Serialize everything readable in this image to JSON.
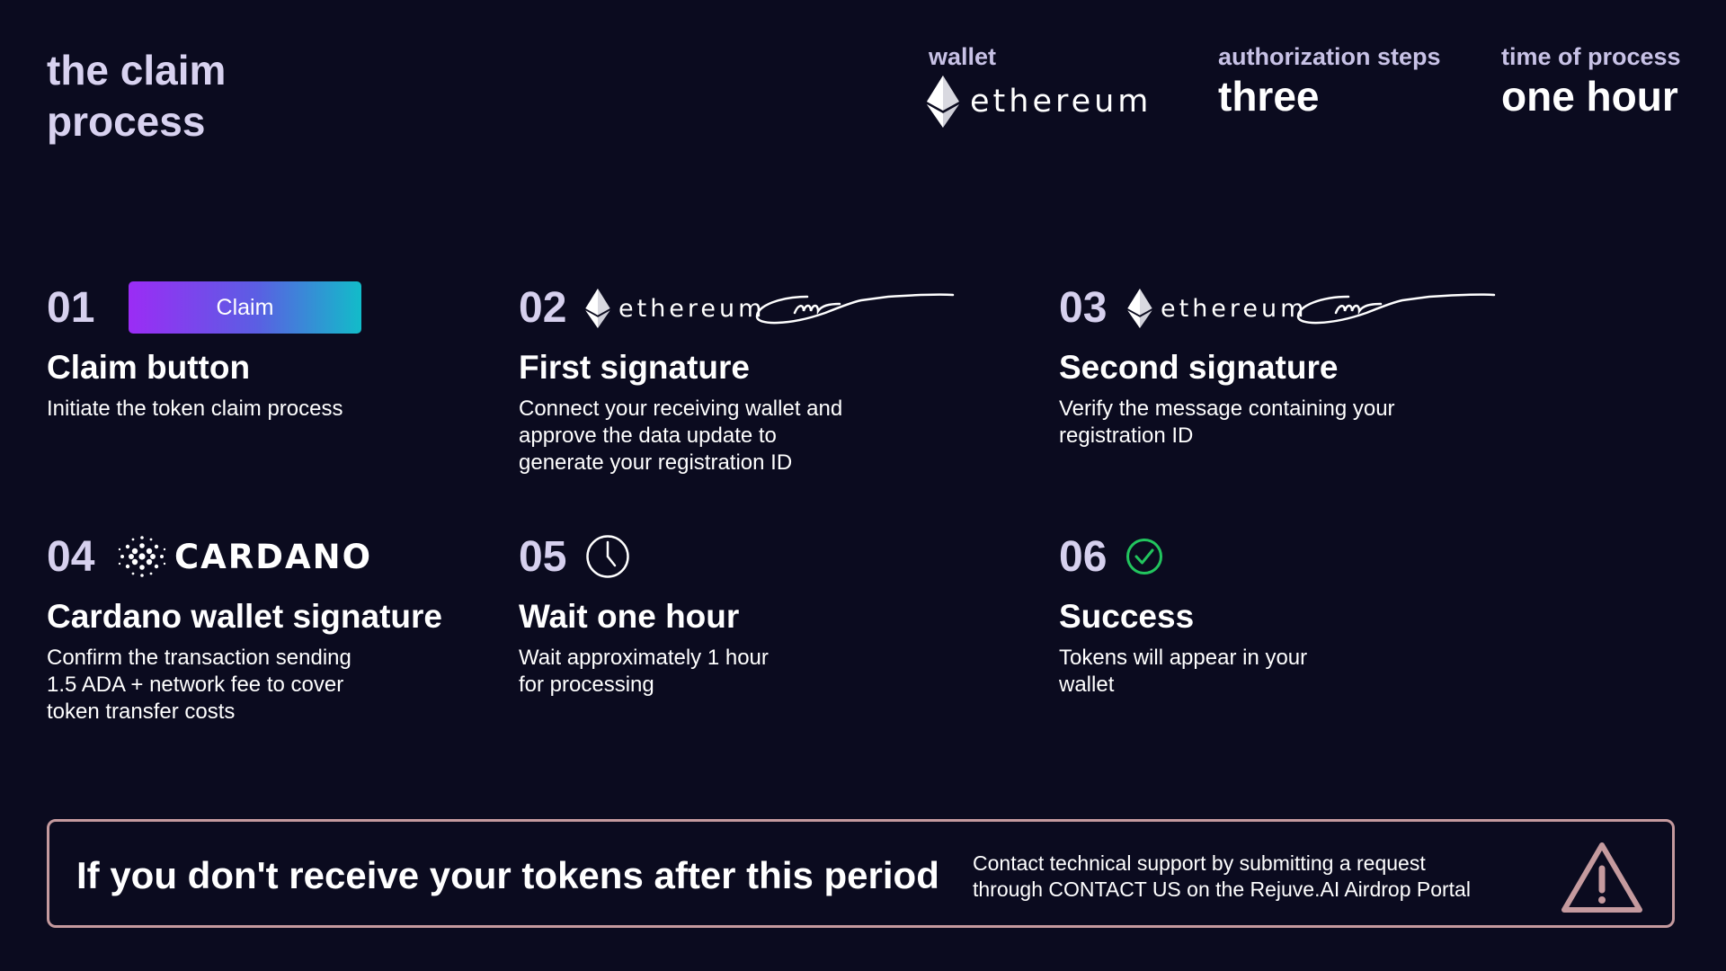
{
  "header": {
    "title": "the claim\nprocess",
    "wallet_label": "wallet",
    "wallet_logo_text": "ethereum",
    "auth_label": "authorization steps",
    "auth_value": "three",
    "time_label": "time of process",
    "time_value": "one hour"
  },
  "steps": [
    {
      "number": "01",
      "title": "Claim button",
      "description": "Initiate the token claim process",
      "button_label": "Claim"
    },
    {
      "number": "02",
      "logo_text": "ethereum",
      "title": "First signature",
      "description": "Connect your receiving wallet and\napprove the data update to\ngenerate your registration ID"
    },
    {
      "number": "03",
      "logo_text": "ethereum",
      "title": "Second signature",
      "description": "Verify the message containing your\nregistration ID"
    },
    {
      "number": "04",
      "logo_text": "CARDANO",
      "title": "Cardano wallet signature",
      "description": "Confirm the transaction sending\n1.5 ADA + network fee to cover\ntoken transfer costs"
    },
    {
      "number": "05",
      "title": "Wait one hour",
      "description": "Wait approximately 1 hour\nfor processing"
    },
    {
      "number": "06",
      "title": "Success",
      "description": "Tokens will appear in your\nwallet"
    }
  ],
  "notice": {
    "title": "If you don't receive your tokens after this period",
    "text": "Contact technical support by submitting a request\nthrough CONTACT US on the Rejuve.AI Airdrop Portal"
  },
  "icons": {
    "ethereum": "ethereum-icon",
    "signature": "signature-icon",
    "cardano": "cardano-icon",
    "clock": "clock-icon",
    "check": "check-circle-icon",
    "warning": "warning-icon"
  },
  "colors": {
    "background": "#0b0b1f",
    "accent_gradient_start": "#9b2cf5",
    "accent_gradient_end": "#12bcc9",
    "success": "#22c55e",
    "notice_border": "#c59a9e"
  }
}
